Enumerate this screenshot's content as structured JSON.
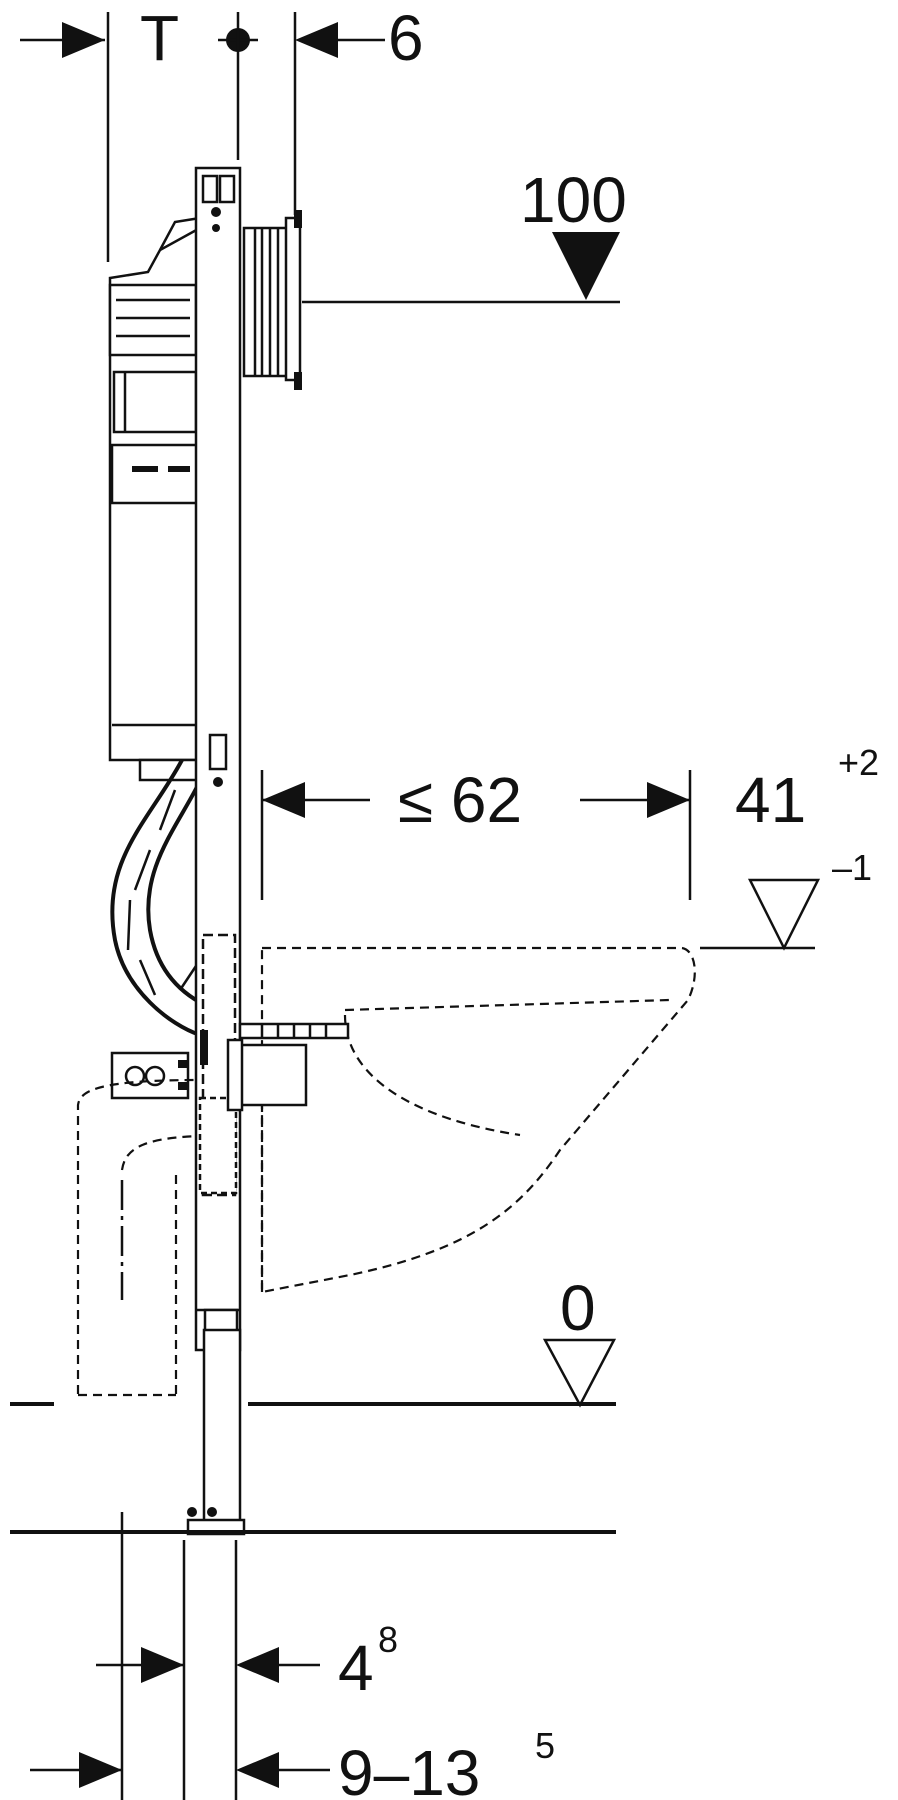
{
  "dimensions": {
    "top_left_label": "T",
    "top_right_label": "6",
    "level_100": "100",
    "projection": "≤ 62",
    "seat_height_main": "41",
    "seat_height_plus": "+2",
    "seat_height_minus": "–1",
    "floor_level": "0",
    "bottom_1_main": "4",
    "bottom_1_sup": "8",
    "bottom_2_main": "9–13",
    "bottom_2_sup": "5"
  },
  "colors": {
    "line": "#111111",
    "background": "#ffffff"
  }
}
